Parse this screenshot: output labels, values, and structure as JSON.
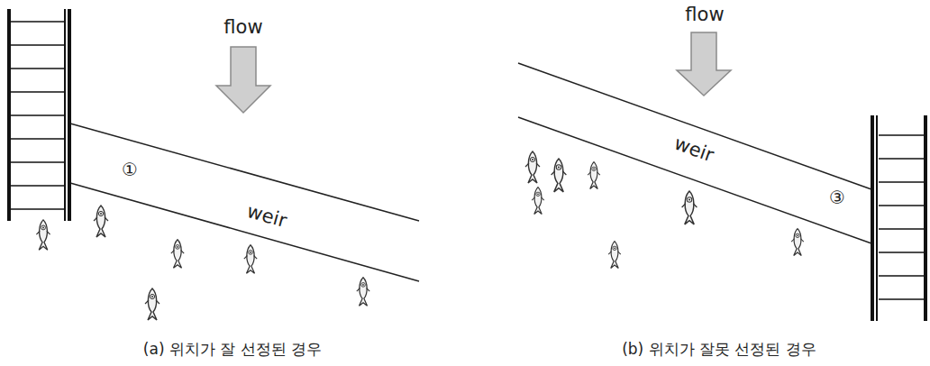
{
  "diagram": {
    "labels": [
      "flow",
      "①",
      "weir",
      "(a) 위치가 잘 선정된 경우",
      "flow",
      "weir",
      "③",
      "(b) 위치가 잘못 선정된 경우"
    ]
  }
}
